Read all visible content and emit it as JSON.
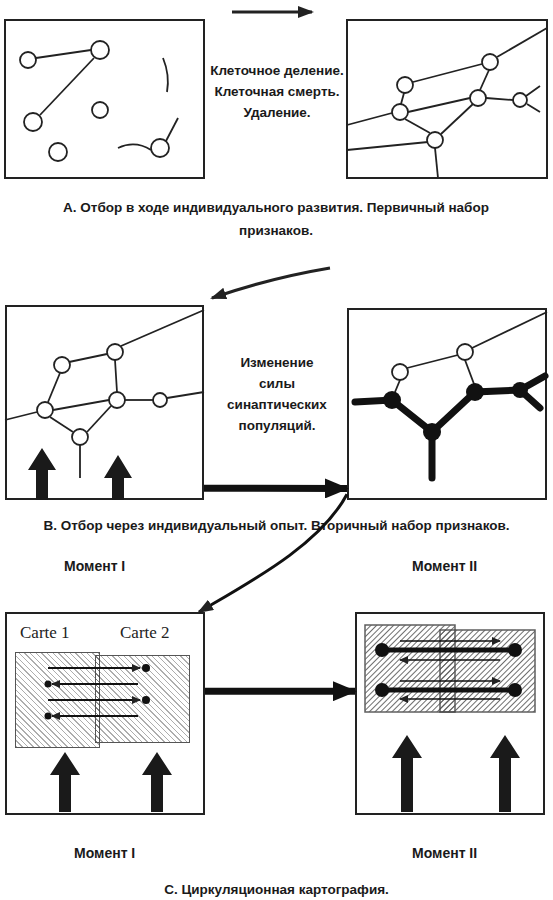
{
  "diagram": {
    "nodes": [
      {
        "text": [
          "Момент I"
        ]
      },
      {
        "text": [
          "Момент II"
        ]
      },
      {
        "text": [
          "Момент I"
        ]
      },
      {
        "text": [
          "Carte 1"
        ],
        "in": 2
      },
      {
        "text": [
          "Carte 2"
        ],
        "in": 2
      },
      {
        "text": [
          "Момент II"
        ]
      }
    ],
    "edges": [
      {
        "from": 0,
        "to": 1,
        "arrow": "to"
      },
      {
        "from": 1,
        "to": 2,
        "arrow": "to"
      },
      {
        "from": 2,
        "to": 5,
        "arrow": "to"
      }
    ],
    "labels": [
      "Клеточное деление. Клеточная смерть. Удаление.",
      "А. Отбор в ходе индивидуального развития. Первичный набор признаков.",
      "Изменение силы синаптических популяций.",
      "В. Отбор через индивидуальный опыт. Вторичный набор признаков.",
      "С. Циркуляционная картография."
    ]
  }
}
